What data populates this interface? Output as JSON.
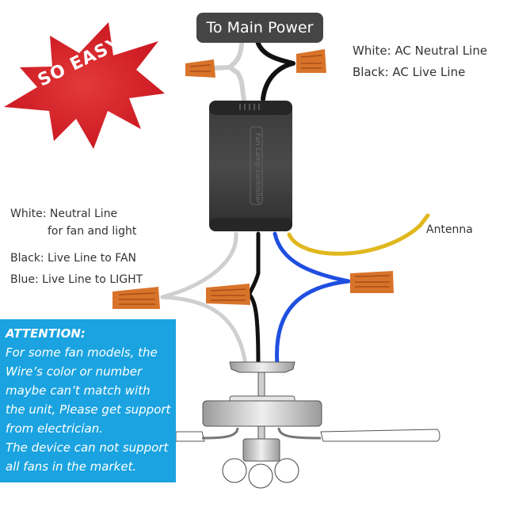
{
  "badge": {
    "text": "SO EASY",
    "color": "#d9202a"
  },
  "power": {
    "label": "To Main Power"
  },
  "top_labels": {
    "white": "White: AC Neutral Line",
    "black": "Black: AC Live Line"
  },
  "controller": {
    "text": "Fan Lamp controller"
  },
  "left_labels": {
    "white_line1": "White: Neutral Line",
    "white_line2": "for fan and light",
    "black": "Black: Live Line to FAN",
    "blue": "Blue: Live Line to LIGHT"
  },
  "antenna": {
    "label": "Antenna"
  },
  "attention": {
    "title": "ATTENTION:",
    "lines": [
      "For some fan models, the",
      "Wire’s color or number",
      "maybe can’t match with",
      "the unit, Please get support",
      "from electrician.",
      "The device can not support",
      "all fans in the market."
    ],
    "color": "#1aa3e0"
  },
  "wire_colors": {
    "white": "#cfcfcf",
    "black": "#111111",
    "blue": "#1f4fe0",
    "yellow": "#e0b81e",
    "connector": "#d8732a"
  }
}
